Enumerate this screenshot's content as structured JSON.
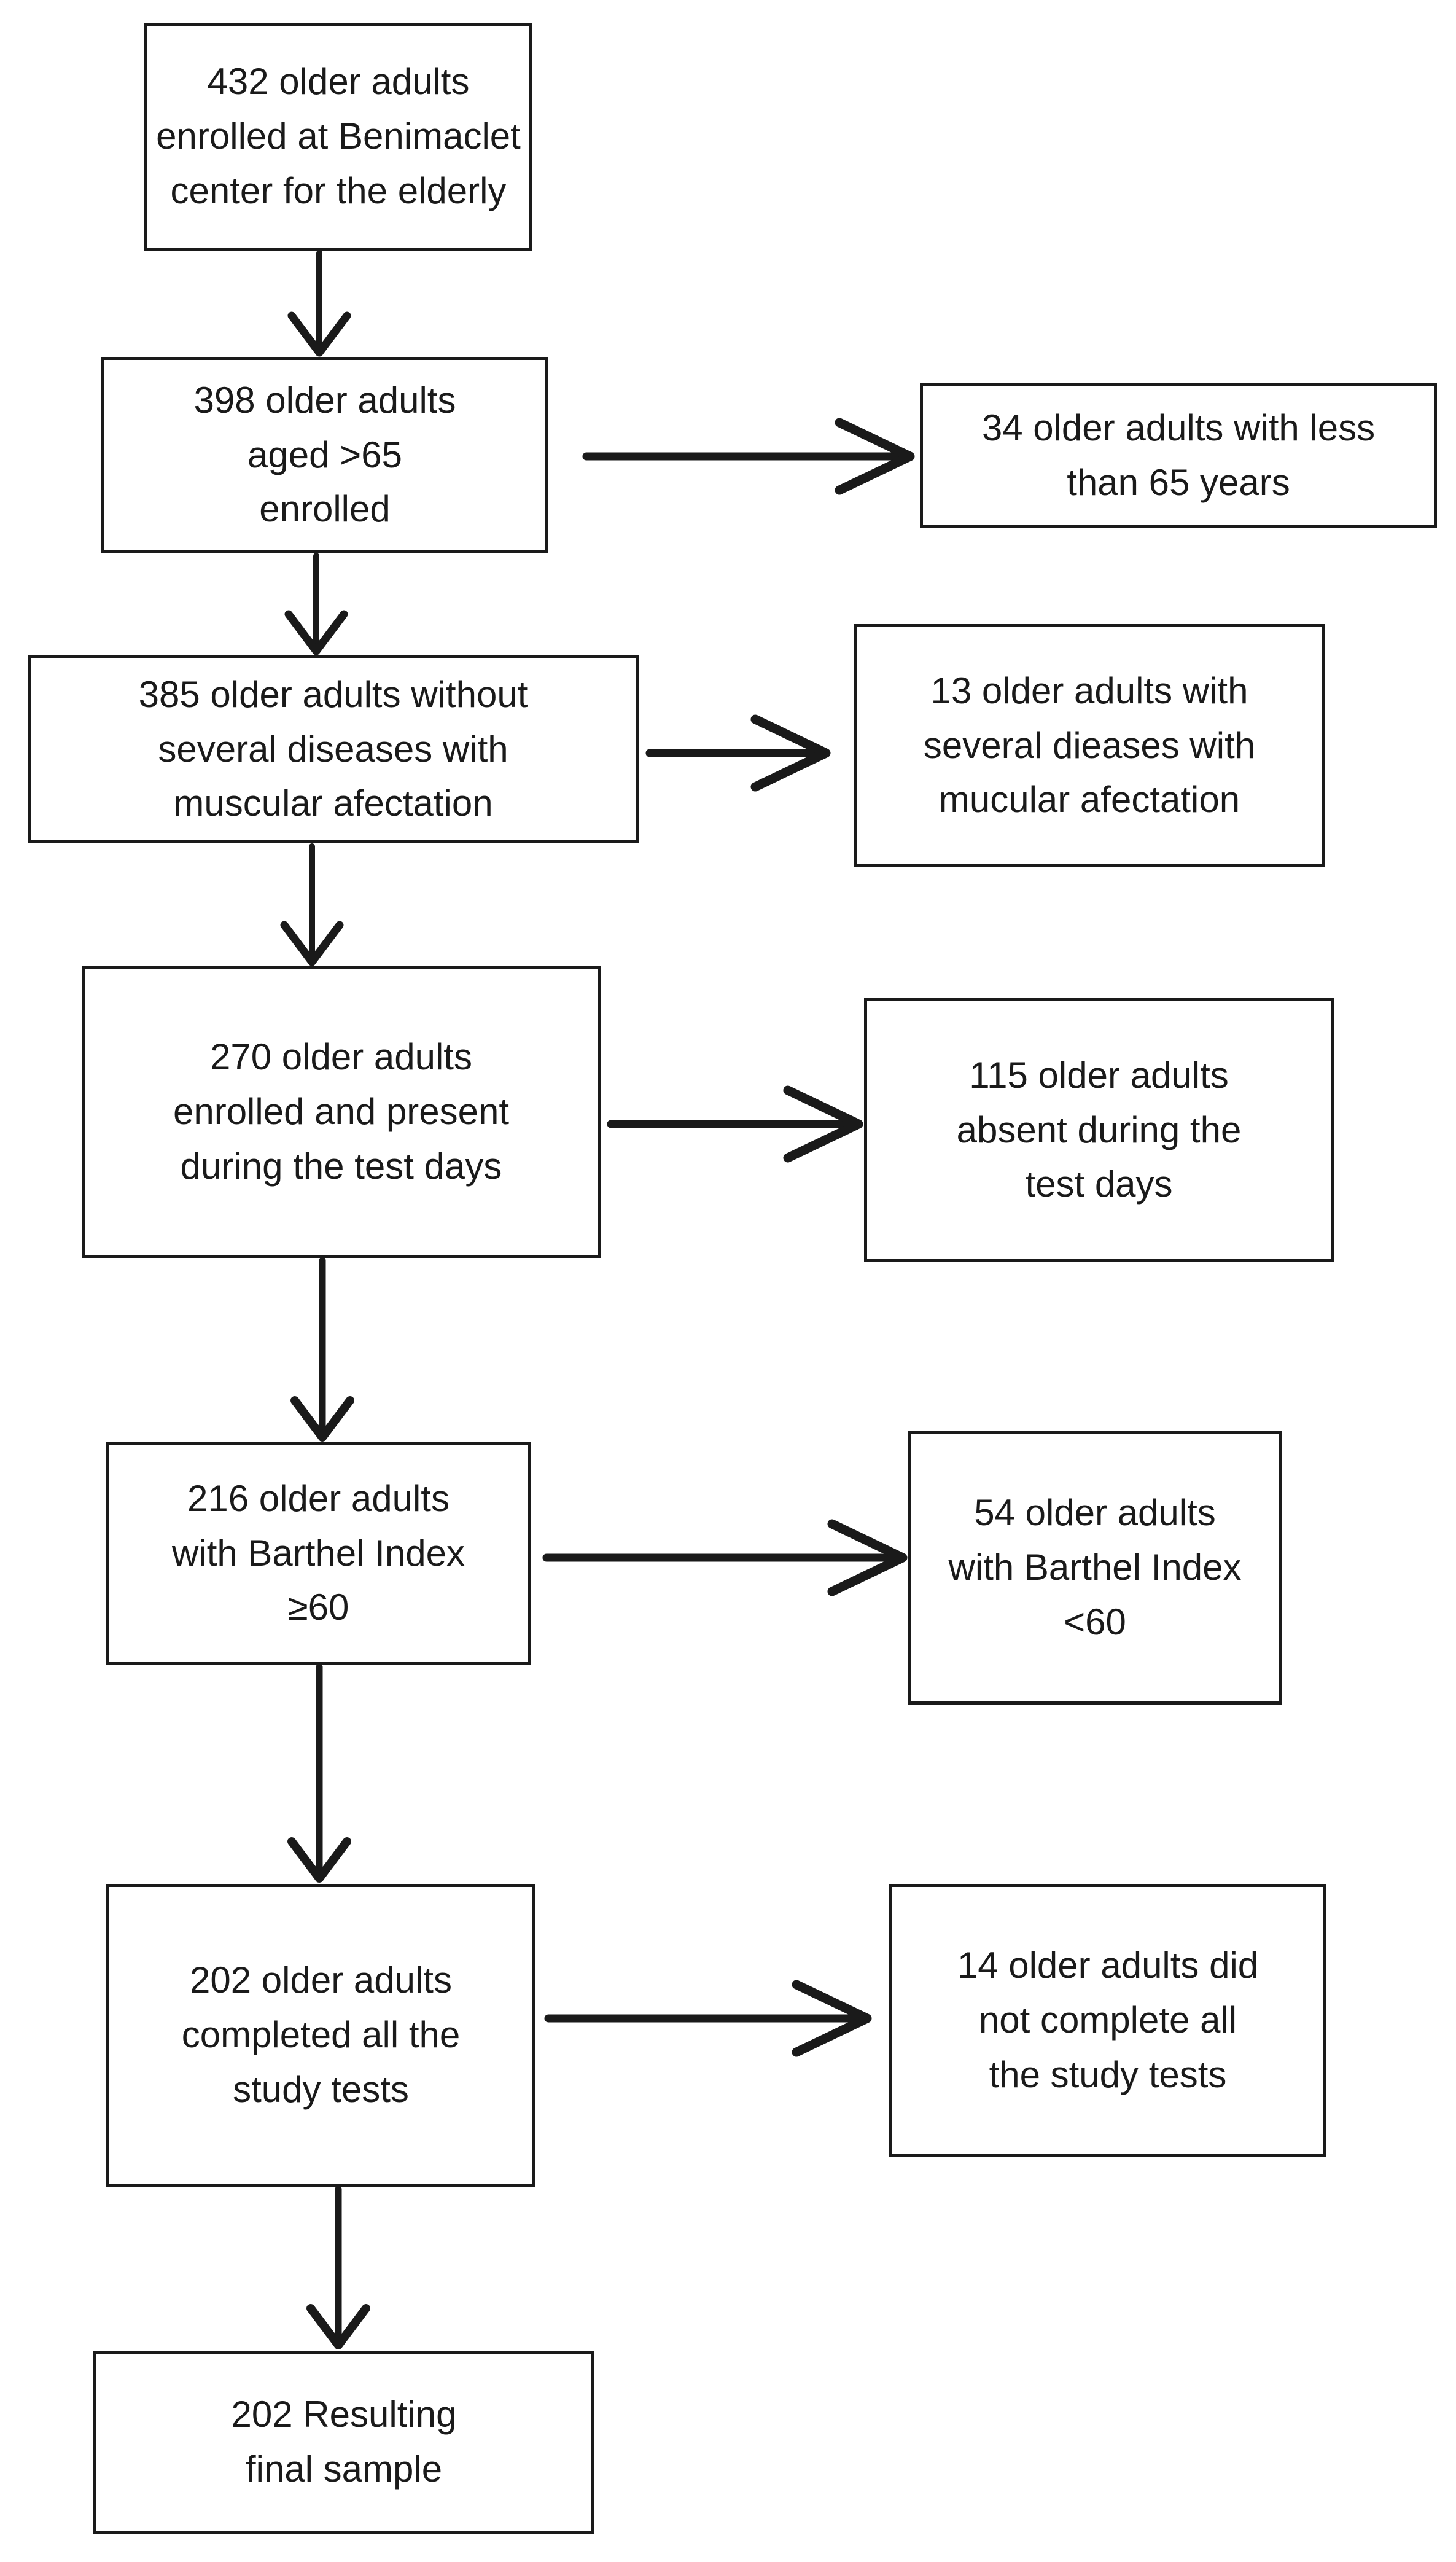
{
  "colors": {
    "ink": "#1a1a1a",
    "paper": "#ffffff"
  },
  "flowchart": {
    "main_path": [
      {
        "id": "enrolled-432",
        "text": "432 older adults\nenrolled at Benimaclet\ncenter for the elderly"
      },
      {
        "id": "aged-over-65-398",
        "text": "398 older adults\naged >65\nenrolled"
      },
      {
        "id": "without-diseases-385",
        "text": "385 older adults without\nseveral diseases with\nmuscular afectation"
      },
      {
        "id": "present-270",
        "text": "270 older adults\nenrolled and present\nduring the test days"
      },
      {
        "id": "barthel-ge60-216",
        "text": "216 older adults\nwith Barthel Index\n≥60"
      },
      {
        "id": "completed-tests-202",
        "text": "202 older adults\ncompleted all the\nstudy tests"
      },
      {
        "id": "final-sample-202",
        "text": "202 Resulting\nfinal sample"
      }
    ],
    "excluded": [
      {
        "id": "under-65-34",
        "text": "34 older adults with less\nthan 65 years"
      },
      {
        "id": "with-diseases-13",
        "text": "13 older adults with\nseveral dieases with\nmucular afectation"
      },
      {
        "id": "absent-115",
        "text": "115 older adults\nabsent during the\ntest days"
      },
      {
        "id": "barthel-lt60-54",
        "text": "54 older adults\nwith Barthel Index\n<60"
      },
      {
        "id": "not-completed-14",
        "text": "14 older adults did\nnot complete all\nthe study tests"
      }
    ]
  }
}
